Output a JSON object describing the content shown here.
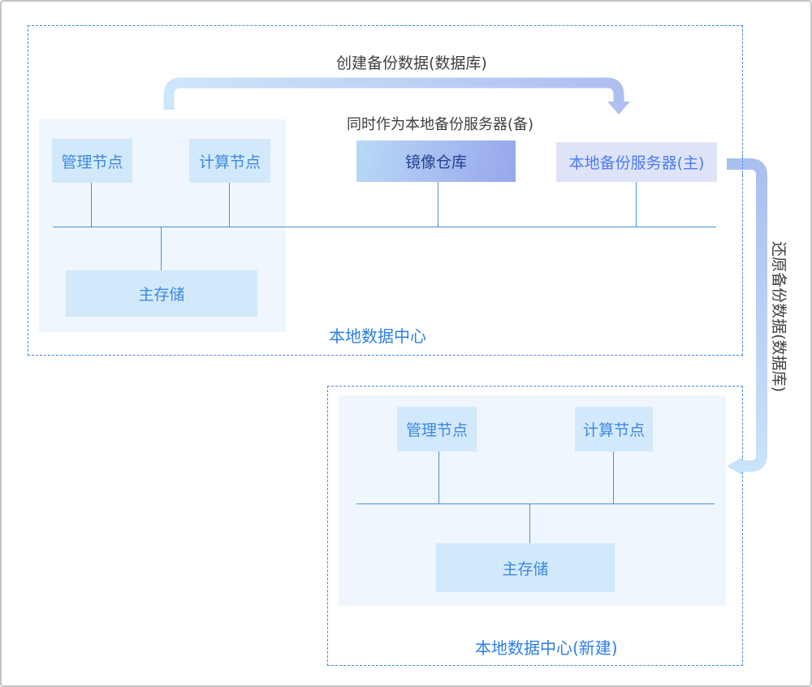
{
  "diagram": {
    "labels": {
      "create_backup": "创建备份数据(数据库)",
      "standby_note": "同时作为本地备份服务器(备)",
      "restore_backup": "还原备份数据(数据库)"
    },
    "datacenter_primary": {
      "title": "本地数据中心",
      "nodes": {
        "management": "管理节点",
        "compute": "计算节点",
        "image_repo": "镜像仓库",
        "backup_server": "本地备份服务器(主)",
        "primary_storage": "主存储"
      }
    },
    "datacenter_new": {
      "title": "本地数据中心(新建)",
      "nodes": {
        "management": "管理节点",
        "compute": "计算节点",
        "primary_storage": "主存储"
      }
    },
    "colors": {
      "dashed_border": "#3d8be9",
      "panel_bg": "#eff6fd",
      "node_bg": "#d2e9fb",
      "node_text": "#3e88e0",
      "bus_line": "#4a90d9",
      "dc_title_text": "#2e7fe3",
      "mirror_gradient_start": "#b9d9f6",
      "mirror_gradient_end": "#97a6ec",
      "mirror_text": "#24418f",
      "backup_bg": "#dee3f8",
      "backup_text": "#4c7bf4",
      "arrow_light": "#cde7fb",
      "arrow_periwinkle": "#aebdf0",
      "note_text": "#3f3f3f",
      "frame_border": "#c5c5c5"
    }
  }
}
